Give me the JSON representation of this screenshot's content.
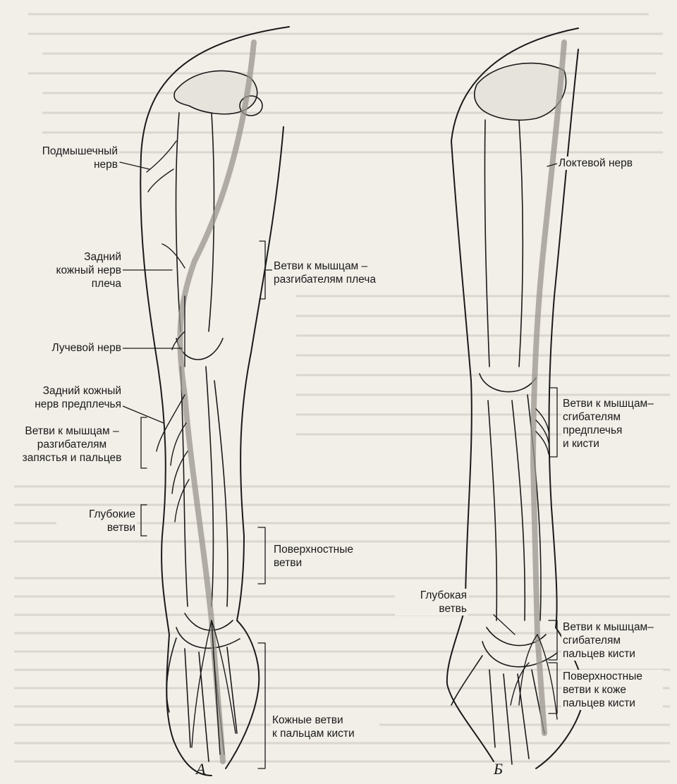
{
  "panels": {
    "left": "А",
    "right": "Б"
  },
  "labels_left": {
    "axillary_nerve": "Подмышечный\nнерв",
    "post_cut_arm": "Задний\nкожный нерв\nплеча",
    "radial_nerve": "Лучевой нерв",
    "post_cut_forearm": "Задний кожный\nнерв предплечья",
    "ext_wrist_fingers": "Ветви к мышцам –\nразгибателям\nзапястья и пальцев",
    "deep_branches": "Глубокие\nветви",
    "ext_arm": "Ветви к мышцам –\nразгибателям плеча",
    "superficial": "Поверхностные\nветви",
    "cut_fingers": "Кожные ветви\nк пальцам кисти"
  },
  "labels_right": {
    "ulnar_nerve": "Локтевой нерв",
    "flex_forearm": "Ветви к мышцам–\nсгибателям\nпредплечья\nи кисти",
    "deep_branch": "Глубокая\nветвь",
    "flex_fingers": "Ветви к мышцам–\nсгибателям\nпальцев кисти",
    "skin_fingers": "Поверхностные\nветви к коже\nпальцев кисти"
  },
  "colors": {
    "paper": "#f2efe8",
    "ink": "#1a1a1a",
    "nerve": "#b9b6b0",
    "bleed": "#a8a49c"
  }
}
